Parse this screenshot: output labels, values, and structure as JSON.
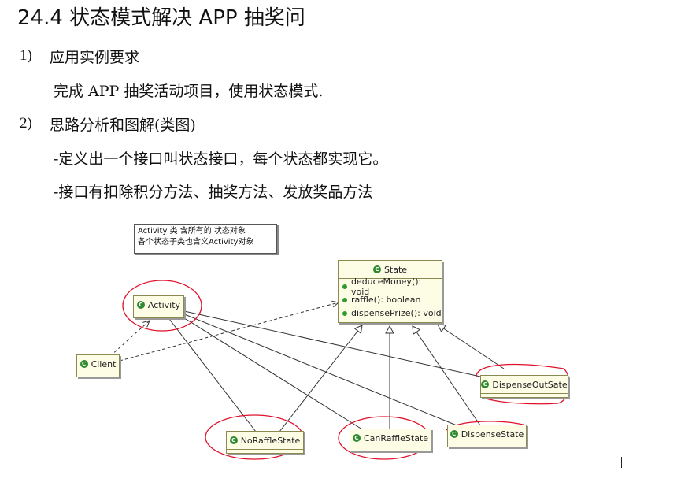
{
  "heading": "24.4  状态模式解决 APP 抽奖问",
  "section1": {
    "num": "1)",
    "title": "应用实例要求",
    "body": "完成 APP 抽奖活动项目，使用状态模式."
  },
  "section2": {
    "num": "2)",
    "title": "思路分析和图解(类图)",
    "line1": "-定义出一个接口叫状态接口，每个状态都实现它。",
    "line2": "-接口有扣除积分方法、抽奖方法、发放奖品方法"
  },
  "diagram": {
    "note": [
      "Activity 类 含所有的 状态对象",
      "各个状态子类也含义Activity对象"
    ],
    "interface": {
      "name": "State",
      "methods": [
        "deduceMoney(): void",
        "raffle(): boolean",
        "dispensePrize(): void"
      ]
    },
    "classes": {
      "activity": "Activity",
      "client": "Client",
      "no_raffle": "NoRaffleState",
      "can_raffle": "CanRaffleState",
      "dispense": "DispenseState",
      "dispense_out": "DispenseOutSate"
    },
    "class_icon": "C",
    "colors": {
      "class_fill": "#fdfde6",
      "circle": "#e0102a",
      "icon": "#2f8a2f"
    }
  }
}
